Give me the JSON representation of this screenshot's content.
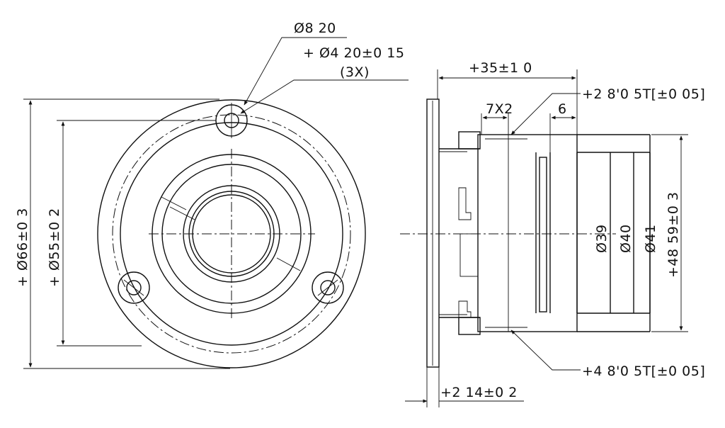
{
  "front_view": {
    "hole_diameter": "Ø8 20",
    "mount_hole": "+ Ø4 20±0 15",
    "hole_count": "(3X)",
    "outer_diameter": "+ Ø66±0 3",
    "bolt_circle": "+ Ø55±0 2"
  },
  "side_view": {
    "overall_depth": "+35±1 0",
    "spec_top": "+2 8'0 5T[±0 05]",
    "dim_7x2": "7X2",
    "dim_6": "6",
    "dia_39": "Ø39",
    "dia_40": "Ø40",
    "dia_41": "Ø41",
    "height": "+48 59±0 3",
    "spec_bottom": "+4 8'0 5T[±0 05]",
    "flange_thickness": "+2 14±0 2"
  }
}
